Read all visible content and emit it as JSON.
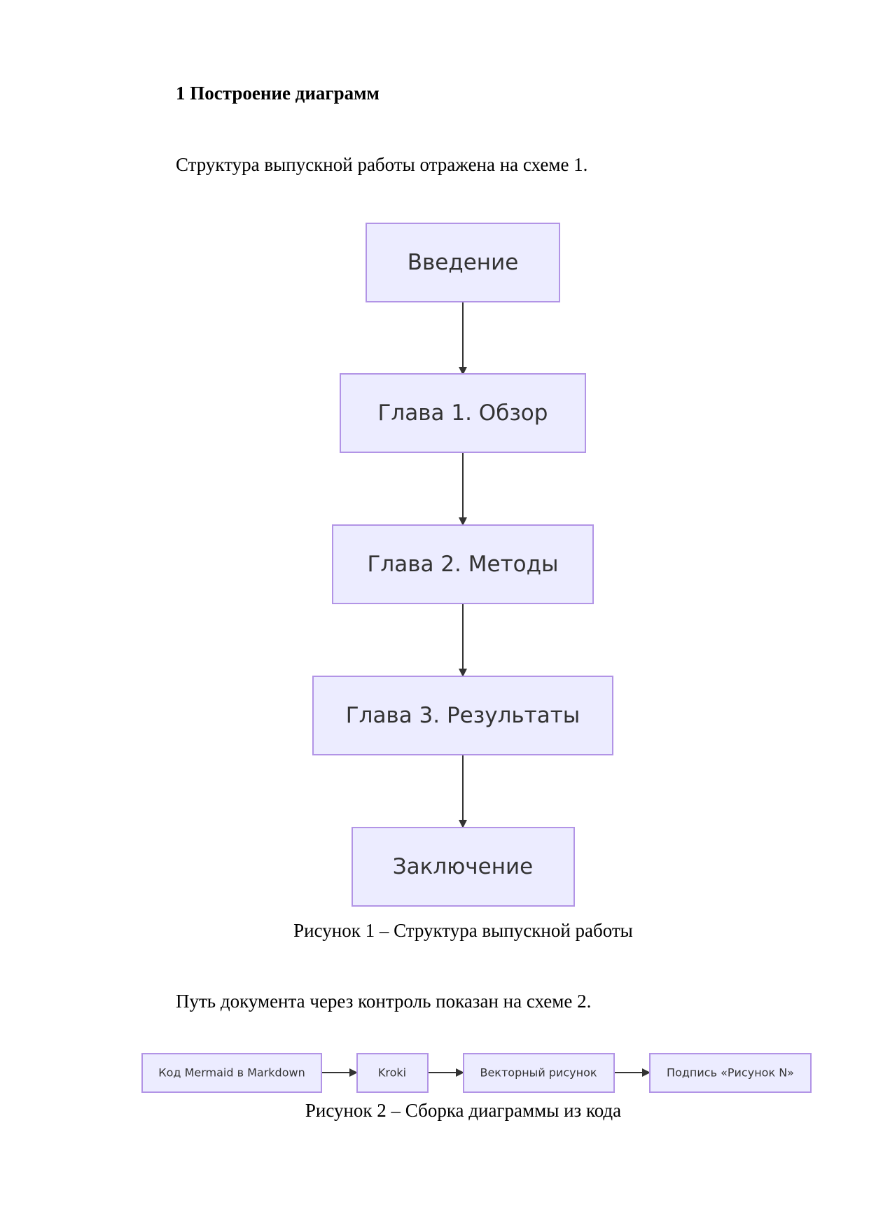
{
  "document": {
    "section_heading": "1 Построение диаграмм",
    "paragraph_1": "Структура выпускной работы отражена на схеме 1.",
    "paragraph_2": "Путь документа через контроль показан на схеме 2."
  },
  "figure_1": {
    "nodes": [
      "Введение",
      "Глава 1. Обзор",
      "Глава 2. Методы",
      "Глава 3. Результаты",
      "Заключение"
    ],
    "caption": "Рисунок 1 – Структура выпускной работы"
  },
  "figure_2": {
    "nodes": [
      "Код Mermaid в Markdown",
      "Kroki",
      "Векторный рисунок",
      "Подпись «Рисунок N»"
    ],
    "caption": "Рисунок 2 – Сборка диаграммы из кода"
  },
  "colors": {
    "node_fill": "#ececff",
    "node_border": "#b294e6",
    "arrow": "#333333"
  }
}
